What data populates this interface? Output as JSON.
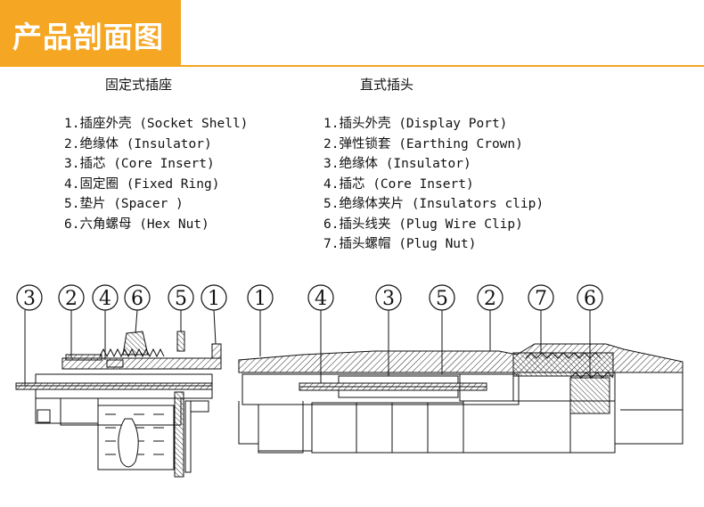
{
  "header": {
    "title": "产品剖面图",
    "accent_color": "#f5a623"
  },
  "fixed_socket": {
    "title": "固定式插座",
    "parts": [
      "1.插座外壳 (Socket Shell)",
      "2.绝缘体 (Insulator)",
      "3.插芯 (Core Insert)",
      "4.固定圈 (Fixed Ring)",
      "5.垫片 (Spacer )",
      "6.六角螺母 (Hex Nut)"
    ],
    "callouts": [
      "3",
      "2",
      "4",
      "6",
      "5",
      "1"
    ]
  },
  "straight_plug": {
    "title": "直式插头",
    "parts": [
      "1.插头外壳 (Display Port)",
      "2.弹性锁套 (Earthing Crown)",
      "3.绝缘体 (Insulator)",
      "4.插芯 (Core Insert)",
      "5.绝缘体夹片 (Insulators clip)",
      "6.插头线夹 (Plug Wire Clip)",
      "7.插头螺帽 (Plug Nut)"
    ],
    "callouts": [
      "1",
      "4",
      "3",
      "5",
      "2",
      "7",
      "6"
    ]
  }
}
